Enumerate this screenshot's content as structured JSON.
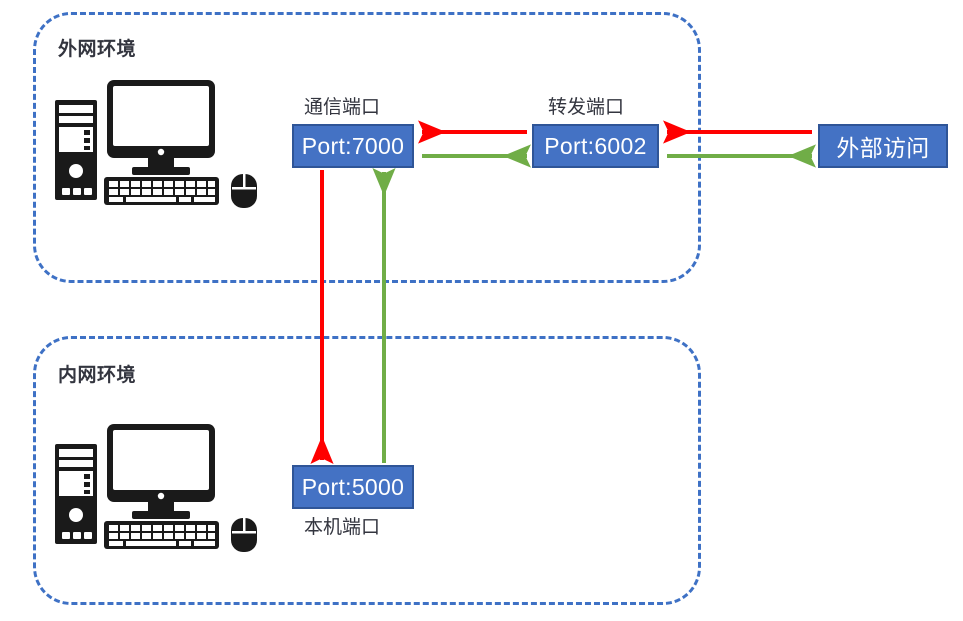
{
  "diagram": {
    "title_external_zone": "外网环境",
    "title_internal_zone": "内网环境",
    "colors": {
      "zone_border": "#3E71C5",
      "box_fill": "#4472C4",
      "box_border": "#2F5597",
      "box_text": "#FFFFFF",
      "label_text": "#33353F",
      "arrow_inbound": "#FF0000",
      "arrow_outbound": "#70AD47",
      "device_icon": "#1A1A1A"
    },
    "zones": [
      {
        "name": "external",
        "label": "外网环境"
      },
      {
        "name": "internal",
        "label": "内网环境"
      }
    ],
    "devices": [
      {
        "name": "external-computer",
        "icon": "desktop-computer-icon"
      },
      {
        "name": "internal-computer",
        "icon": "desktop-computer-icon"
      }
    ],
    "nodes": [
      {
        "id": "comm-port",
        "label": "Port:7000",
        "caption": "通信端口",
        "caption_position": "above",
        "zone": "external"
      },
      {
        "id": "forward-port",
        "label": "Port:6002",
        "caption": "转发端口",
        "caption_position": "above",
        "zone": "external"
      },
      {
        "id": "external-access",
        "label": "外部访问",
        "caption": "",
        "caption_position": "none",
        "zone": "outside"
      },
      {
        "id": "local-port",
        "label": "Port:5000",
        "caption": "本机端口",
        "caption_position": "below",
        "zone": "internal"
      }
    ],
    "flows": [
      {
        "from": "forward-port",
        "to": "comm-port",
        "color": "#FF0000",
        "direction": "left",
        "type": "request"
      },
      {
        "from": "comm-port",
        "to": "forward-port",
        "color": "#70AD47",
        "direction": "right",
        "type": "response"
      },
      {
        "from": "external-access",
        "to": "forward-port",
        "color": "#FF0000",
        "direction": "left",
        "type": "request"
      },
      {
        "from": "forward-port",
        "to": "external-access",
        "color": "#70AD47",
        "direction": "right",
        "type": "response"
      },
      {
        "from": "comm-port",
        "to": "local-port",
        "color": "#FF0000",
        "direction": "down",
        "type": "request"
      },
      {
        "from": "local-port",
        "to": "comm-port",
        "color": "#70AD47",
        "direction": "up",
        "type": "response"
      }
    ]
  }
}
